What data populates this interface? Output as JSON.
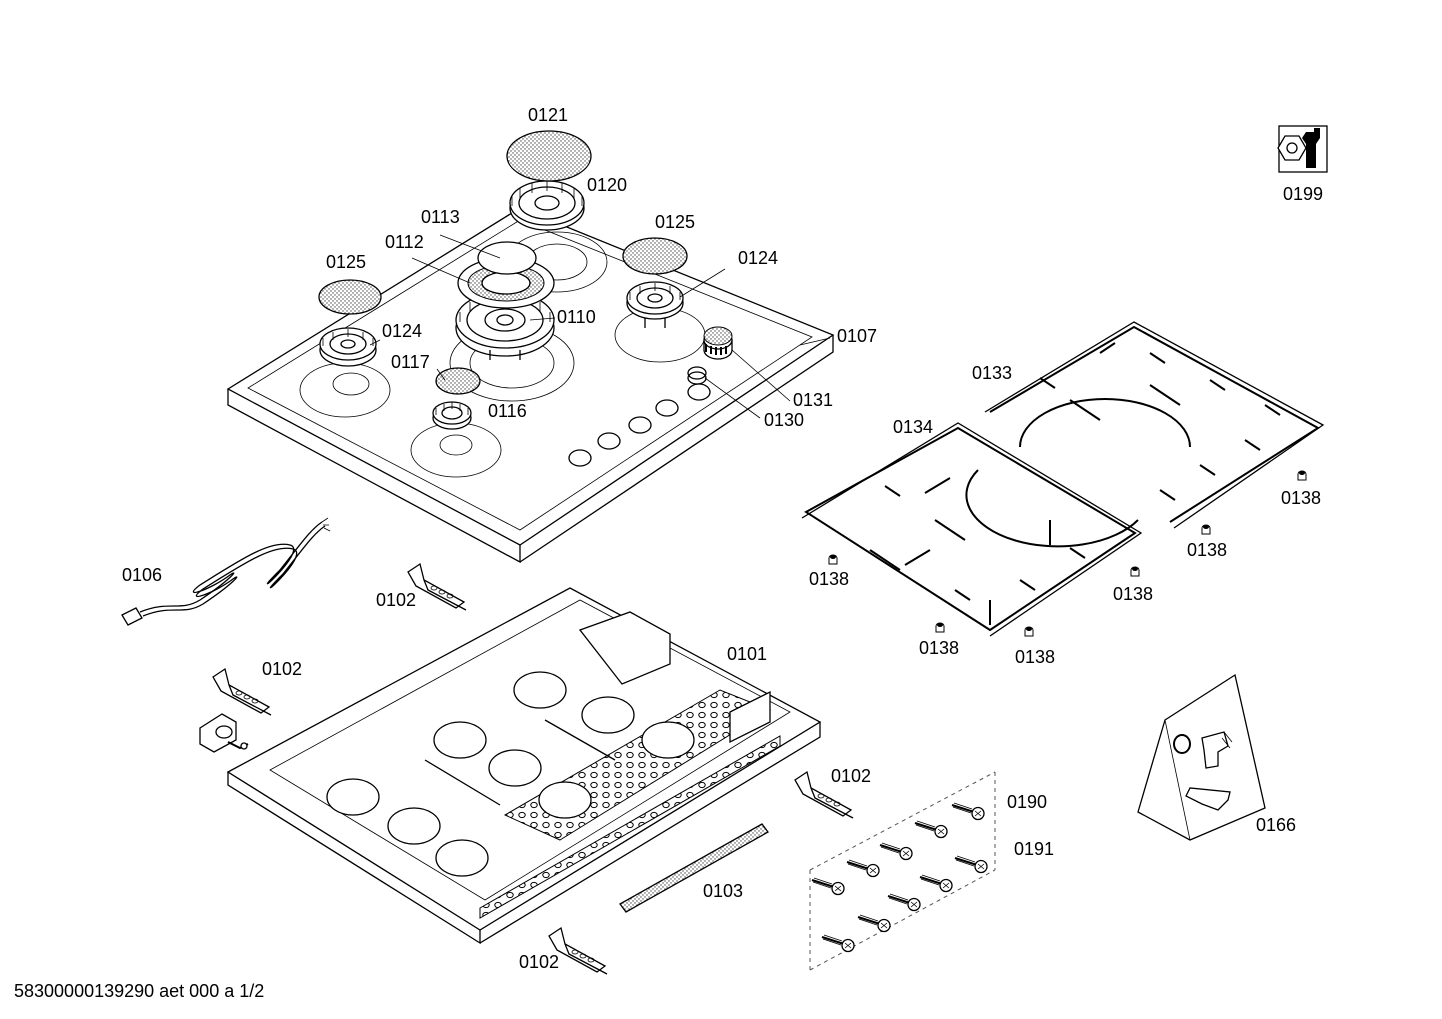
{
  "footer_text": "58300000139290 aet 000 a 1/2",
  "part_numbers": {
    "p0101": "0101",
    "p0102": "0102",
    "p0103": "0103",
    "p0106": "0106",
    "p0107": "0107",
    "p0110": "0110",
    "p0112": "0112",
    "p0113": "0113",
    "p0116": "0116",
    "p0117": "0117",
    "p0120": "0120",
    "p0121": "0121",
    "p0124": "0124",
    "p0125": "0125",
    "p0130": "0130",
    "p0131": "0131",
    "p0133": "0133",
    "p0134": "0134",
    "p0138": "0138",
    "p0166": "0166",
    "p0190": "0190",
    "p0191": "0191",
    "p0199": "0199"
  },
  "icons": {
    "service_icon": "wrench-nut-icon"
  }
}
